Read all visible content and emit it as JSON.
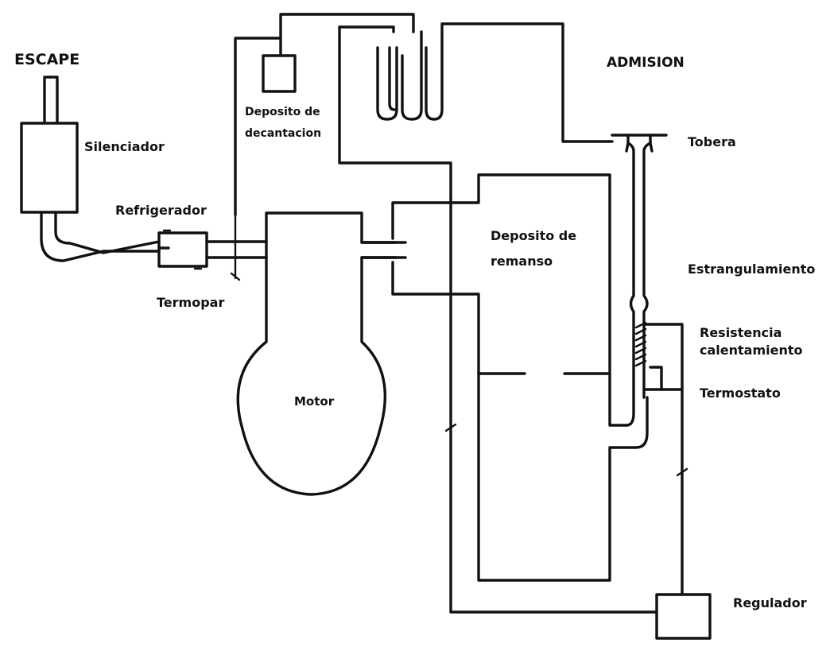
{
  "labels": {
    "escape": "ESCAPE",
    "silenciador": "Silenciador",
    "refrigerador": "Refrigerador",
    "termopar": "Termopar",
    "deposito_decantacion_l1": "Deposito de",
    "deposito_decantacion_l2": "decantacion",
    "motor": "Motor",
    "admision": "ADMISION",
    "tobera": "Tobera",
    "deposito_remanso_l1": "Deposito de",
    "deposito_remanso_l2": "remanso",
    "estrangulamiento": "Estrangulamiento",
    "resistencia_l1": "Resistencia",
    "resistencia_l2": "calentamiento",
    "termostato": "Termostato",
    "regulador": "Regulador"
  }
}
